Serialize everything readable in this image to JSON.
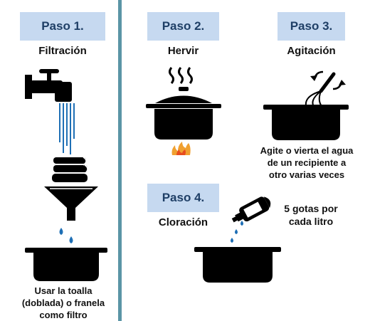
{
  "steps": [
    {
      "badge": "Paso 1.",
      "title": "Filtración",
      "caption": [
        "Usar la toalla",
        "(doblada) o franela",
        "como filtro"
      ]
    },
    {
      "badge": "Paso 2.",
      "title": "Hervir"
    },
    {
      "badge": "Paso 3.",
      "title": "Agitación",
      "caption": [
        "Agite o vierta el agua",
        "de un recipiente a",
        "otro varias veces"
      ]
    },
    {
      "badge": "Paso 4.",
      "title": "Cloración",
      "note": [
        "5 gotas por",
        "cada litro"
      ]
    }
  ],
  "colors": {
    "badge_bg": "#c6d9f0",
    "badge_text": "#1f3f66",
    "divider": "#5b95a6",
    "water": "#1e6fb5",
    "flame": "#f0a030",
    "icon": "#000000"
  },
  "icons": [
    "faucet-icon",
    "towel-icon",
    "funnel-icon",
    "pot-icon",
    "pot-with-lid-icon",
    "steam-icon",
    "flame-icon",
    "whisk-icon",
    "rotate-arrow-icon",
    "bottle-icon",
    "drop-icon"
  ]
}
